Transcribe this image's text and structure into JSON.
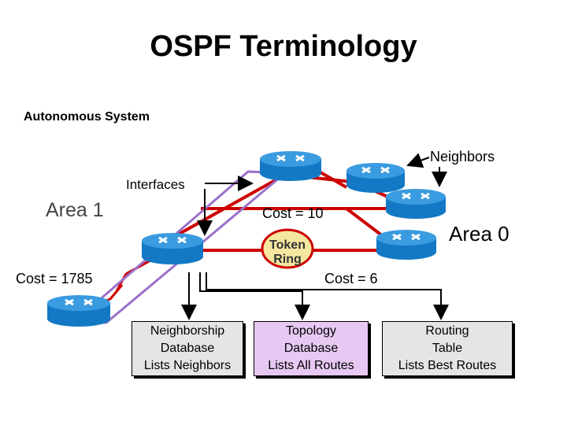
{
  "title": "OSPF Terminology",
  "labels": {
    "autonomous_system": "Autonomous System",
    "neighbors": "Neighbors",
    "interfaces": "Interfaces",
    "area1": "Area 1",
    "cost_10": "Cost = 10",
    "area0": "Area 0",
    "cost_1785": "Cost = 1785",
    "cost_6": "Cost = 6",
    "token_ring_line1": "Token",
    "token_ring_line2": "Ring"
  },
  "boxes": {
    "neighborship": [
      "Neighborship",
      "Database",
      "Lists Neighbors"
    ],
    "topology": [
      "Topology",
      "Database",
      "Lists All Routes"
    ],
    "routing": [
      "Routing",
      "Table",
      "Lists Best Routes"
    ]
  },
  "colors": {
    "router_body": "#1479c4",
    "router_top": "#3a9be0",
    "link_red": "#cc0000",
    "area_outline": "#9b6fc9",
    "token_ring": "#f5e6a0"
  }
}
